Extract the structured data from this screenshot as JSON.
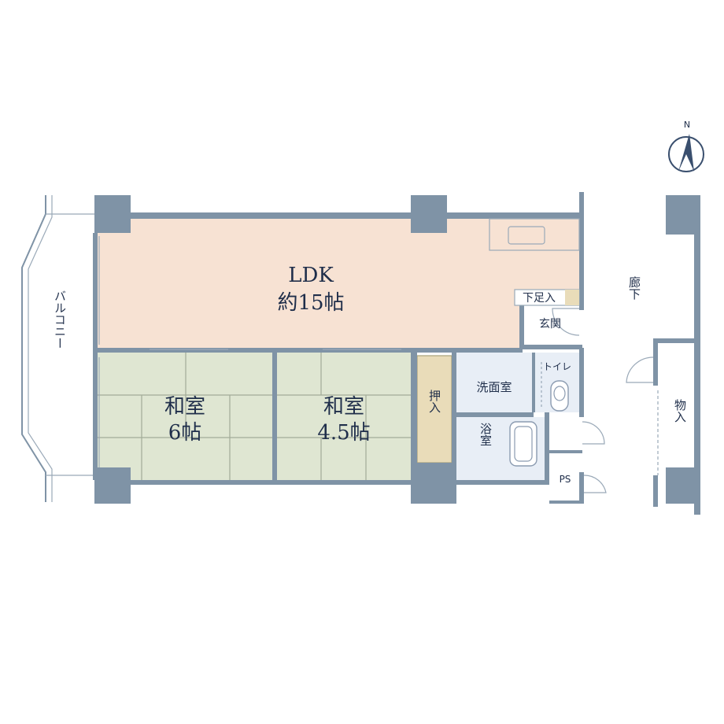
{
  "rooms": {
    "ldk": {
      "name": "LDK",
      "size": "約15帖"
    },
    "washitsu1": {
      "name": "和室",
      "size": "6帖"
    },
    "washitsu2": {
      "name": "和室",
      "size": "4.5帖"
    },
    "oshiire": "押入",
    "senmen": "洗面室",
    "toilet": "トイレ",
    "yoku": "浴室",
    "genkan": "玄関",
    "getabako": "下足入",
    "ps": "PS",
    "monoire": "物入",
    "rouka": "廊下",
    "balcony": "バルコニー"
  },
  "compass": {
    "label": "N"
  },
  "colors": {
    "ldk": "#f7e2d3",
    "tatami": "#dfe6d2",
    "oshiire": "#e9dcb9",
    "wet": "#e8eef6",
    "wall": "#7f93a6"
  }
}
